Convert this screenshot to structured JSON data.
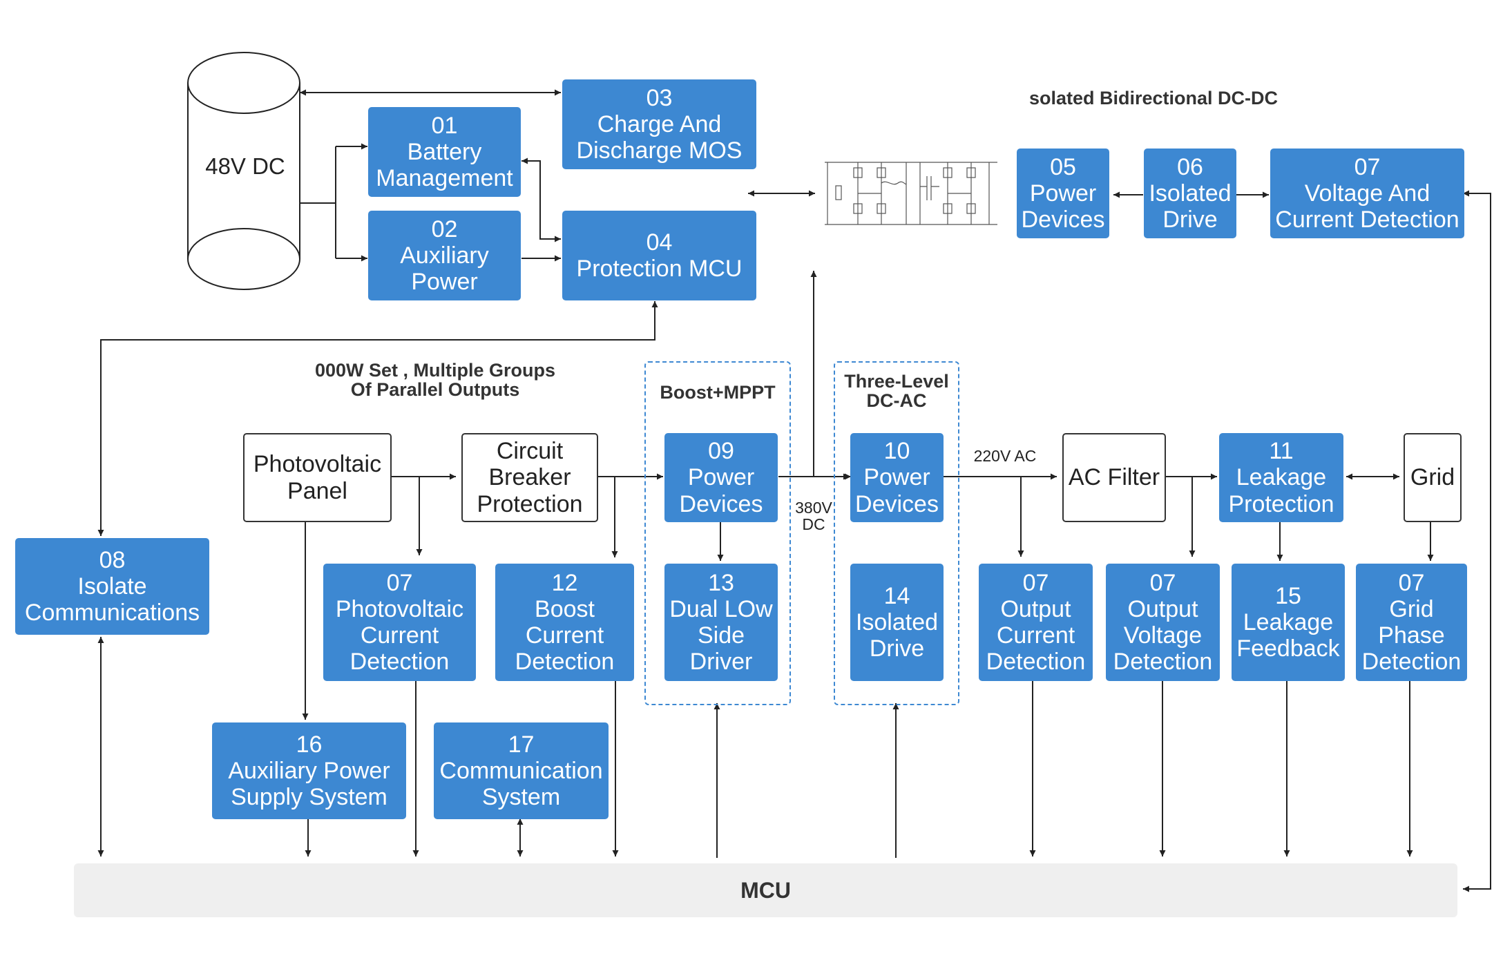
{
  "battery": {
    "label": "48V DC"
  },
  "nodes": {
    "n01": {
      "num": "01",
      "lines": [
        "Battery",
        "Management"
      ]
    },
    "n02": {
      "num": "02",
      "lines": [
        "Auxiliary",
        "Power"
      ]
    },
    "n03": {
      "num": "03",
      "lines": [
        "Charge And",
        "Discharge MOS"
      ]
    },
    "n04": {
      "num": "04",
      "lines": [
        "Protection MCU"
      ]
    },
    "n05": {
      "num": "05",
      "lines": [
        "Power",
        "Devices"
      ]
    },
    "n06": {
      "num": "06",
      "lines": [
        "Isolated",
        "Drive"
      ]
    },
    "n07a": {
      "num": "07",
      "lines": [
        "Voltage And",
        "Current Detection"
      ]
    },
    "n08": {
      "num": "08",
      "lines": [
        "Isolate",
        "Communications"
      ]
    },
    "pv": {
      "lines": [
        "Photovoltaic",
        "Panel"
      ]
    },
    "cb": {
      "lines": [
        "Circuit",
        "Breaker",
        "Protection"
      ]
    },
    "n09": {
      "num": "09",
      "lines": [
        "Power",
        "Devices"
      ]
    },
    "n10": {
      "num": "10",
      "lines": [
        "Power",
        "Devices"
      ]
    },
    "acf": {
      "lines": [
        "AC Filter"
      ]
    },
    "n11": {
      "num": "11",
      "lines": [
        "Leakage",
        "Protection"
      ]
    },
    "grid": {
      "lines": [
        "Grid"
      ]
    },
    "n07b": {
      "num": "07",
      "lines": [
        "Photovoltaic",
        "Current",
        "Detection"
      ]
    },
    "n12": {
      "num": "12",
      "lines": [
        "Boost",
        "Current",
        "Detection"
      ]
    },
    "n13": {
      "num": "13",
      "lines": [
        "Dual LOw",
        "Side",
        "Driver"
      ]
    },
    "n14": {
      "num": "14",
      "lines": [
        "Isolated",
        "Drive"
      ]
    },
    "n07c": {
      "num": "07",
      "lines": [
        "Output",
        "Current",
        "Detection"
      ]
    },
    "n07d": {
      "num": "07",
      "lines": [
        "Output",
        "Voltage",
        "Detection"
      ]
    },
    "n15": {
      "num": "15",
      "lines": [
        "Leakage",
        "Feedback"
      ]
    },
    "n07e": {
      "num": "07",
      "lines": [
        "Grid",
        "Phase",
        "Detection"
      ]
    },
    "n16": {
      "num": "16",
      "lines": [
        "Auxiliary Power",
        "Supply System"
      ]
    },
    "n17": {
      "num": "17",
      "lines": [
        "Communication",
        "System"
      ]
    }
  },
  "headings": {
    "dcdc": "solated Bidirectional DC-DC",
    "set": [
      "000W Set , Multiple Groups",
      "Of Parallel Outputs"
    ],
    "boost": "Boost+MPPT",
    "threelevel": [
      "Three-Level",
      "DC-AC"
    ]
  },
  "labels": {
    "dc380": [
      "380V",
      "DC"
    ],
    "ac220": "220V AC"
  },
  "mcu": {
    "label": "MCU"
  },
  "colors": {
    "box": "#3d88d2",
    "line": "#222222",
    "mcu": "#efefef",
    "text": "#333333"
  }
}
